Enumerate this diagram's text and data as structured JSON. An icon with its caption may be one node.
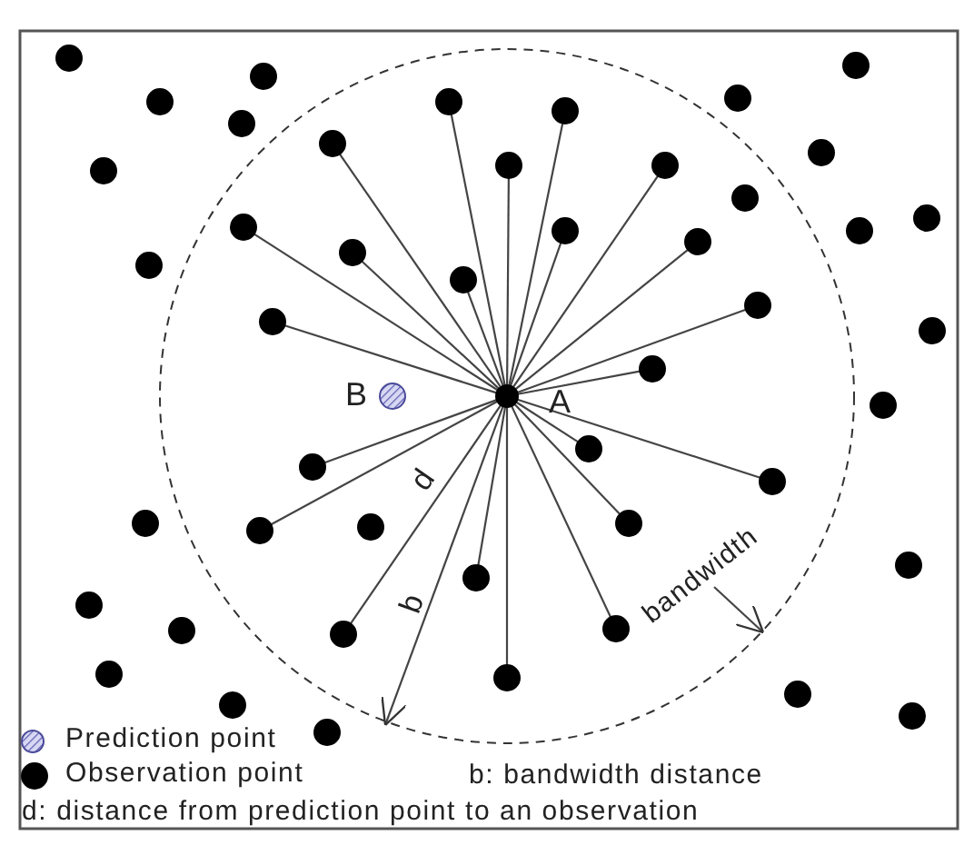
{
  "diagram": {
    "nodes": [
      {
        "text": [],
        "shape": "circle",
        "beside": [
          "A"
        ]
      },
      {
        "text": [],
        "shape": "circle",
        "beside": [
          "B"
        ]
      },
      {
        "text": [],
        "shape": "circle"
      },
      {
        "text": [],
        "shape": "circle"
      },
      {
        "text": [],
        "shape": "circle"
      },
      {
        "text": [],
        "shape": "circle"
      },
      {
        "text": [],
        "shape": "circle"
      },
      {
        "text": [],
        "shape": "circle"
      },
      {
        "text": [],
        "shape": "circle"
      },
      {
        "text": [],
        "shape": "circle"
      },
      {
        "text": [],
        "shape": "circle"
      },
      {
        "text": [],
        "shape": "circle"
      },
      {
        "text": [],
        "shape": "circle"
      },
      {
        "text": [],
        "shape": "circle"
      },
      {
        "text": [],
        "shape": "circle"
      },
      {
        "text": [],
        "shape": "circle"
      },
      {
        "text": [],
        "shape": "circle"
      },
      {
        "text": [],
        "shape": "circle"
      },
      {
        "text": [],
        "shape": "circle"
      },
      {
        "text": [],
        "shape": "circle"
      },
      {
        "text": [],
        "shape": "circle"
      },
      {
        "text": [],
        "shape": "circle"
      },
      {
        "text": [],
        "shape": "circle"
      },
      {
        "text": [],
        "shape": "circle"
      },
      {
        "text": [],
        "shape": "circle"
      },
      {
        "text": [],
        "shape": "circle"
      },
      {
        "text": [],
        "shape": "circle"
      },
      {
        "text": [],
        "shape": "circle"
      },
      {
        "text": [],
        "shape": "circle"
      },
      {
        "text": [],
        "shape": "circle"
      },
      {
        "text": [],
        "shape": "circle"
      },
      {
        "text": [],
        "shape": "circle"
      },
      {
        "text": [],
        "shape": "circle"
      },
      {
        "text": [],
        "shape": "circle"
      },
      {
        "text": [],
        "shape": "circle"
      },
      {
        "text": [],
        "shape": "circle"
      },
      {
        "text": [],
        "shape": "circle"
      },
      {
        "text": [],
        "shape": "circle"
      },
      {
        "text": [],
        "shape": "circle"
      },
      {
        "text": [],
        "shape": "circle"
      },
      {
        "text": [],
        "shape": "circle"
      },
      {
        "text": [],
        "shape": "circle"
      },
      {
        "text": [],
        "shape": "circle"
      },
      {
        "text": [],
        "shape": "circle"
      },
      {
        "text": [],
        "shape": "circle"
      },
      {
        "text": [],
        "shape": "circle"
      },
      {
        "text": [],
        "shape": "circle"
      },
      {
        "text": [],
        "shape": "circle"
      }
    ],
    "edges": [
      {
        "from": 0,
        "to": 7,
        "arrow": "none"
      },
      {
        "from": 0,
        "to": 8,
        "arrow": "none"
      },
      {
        "from": 0,
        "to": 10,
        "arrow": "none"
      },
      {
        "from": 0,
        "to": 12,
        "arrow": "none"
      },
      {
        "from": 0,
        "to": 13,
        "arrow": "none"
      },
      {
        "from": 0,
        "to": 17,
        "arrow": "none"
      },
      {
        "from": 0,
        "to": 18,
        "arrow": "none"
      },
      {
        "from": 0,
        "to": 20,
        "arrow": "none"
      },
      {
        "from": 0,
        "to": 21,
        "arrow": "none"
      },
      {
        "from": 0,
        "to": 23,
        "arrow": "none"
      },
      {
        "from": 0,
        "to": 24,
        "arrow": "none"
      },
      {
        "from": 0,
        "to": 25,
        "arrow": "none"
      },
      {
        "from": 0,
        "to": 27,
        "arrow": "none"
      },
      {
        "from": 0,
        "to": 29,
        "arrow": "none"
      },
      {
        "from": 0,
        "to": 30,
        "arrow": "none"
      },
      {
        "from": 0,
        "to": 31,
        "arrow": "none"
      },
      {
        "from": 0,
        "to": 33,
        "arrow": "none"
      },
      {
        "from": 0,
        "to": 35,
        "arrow": "none"
      },
      {
        "from": 0,
        "to": 37,
        "arrow": "none"
      },
      {
        "from": 0,
        "to": 39,
        "arrow": "none"
      },
      {
        "from": 0,
        "to": 41,
        "arrow": "none",
        "label": "d"
      },
      {
        "from": 0,
        "to": 43,
        "arrow": "none"
      }
    ],
    "labels": [
      "bandwidth",
      "b",
      "b: bandwidth distance",
      "d: distance from prediction point to an observation"
    ],
    "legend": [
      {
        "text": "Prediction point"
      },
      {
        "text": "Observation point"
      }
    ]
  }
}
